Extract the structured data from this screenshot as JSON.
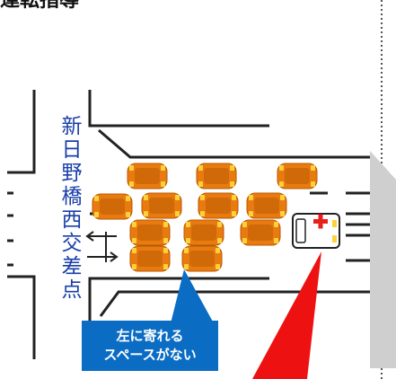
{
  "heading": "運転指導",
  "intersection_label": "新日野橋西交差点",
  "callout": {
    "line1": "左に寄れる",
    "line2": "スペースがない"
  },
  "icons": [
    "ambulance-icon",
    "car-icon",
    "arrow-left-right-icon"
  ],
  "colors": {
    "car": "#e87a10",
    "car_window": "#ffd23a",
    "ambulance_cross": "#e8201c",
    "callout_bg": "#0b6cc4",
    "callout_pointer": "#0b6cc4",
    "red_pointer": "#ee1111",
    "label_text": "#1a3fa8",
    "next_arrow": "#cfcfcf"
  }
}
